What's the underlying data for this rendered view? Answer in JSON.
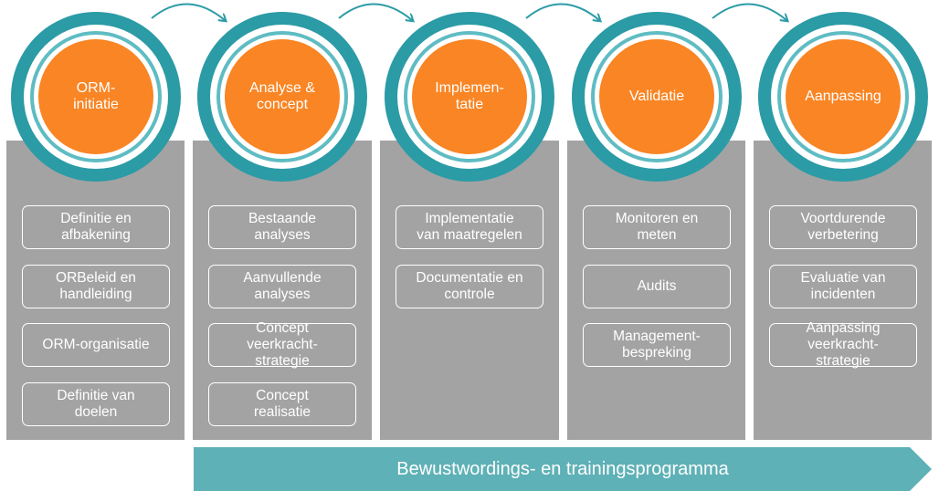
{
  "phases": [
    {
      "title": "ORM-\ninitiatie",
      "items": [
        "Definitie en\nafbakening",
        "ORBeleid en\nhandleiding",
        "ORM-organisatie",
        "Definitie van\ndoelen"
      ]
    },
    {
      "title": "Analyse &\nconcept",
      "items": [
        "Bestaande\nanalyses",
        "Aanvullende\nanalyses",
        "Concept\nveerkracht-\nstrategie",
        "Concept\nrealisatie"
      ]
    },
    {
      "title": "Implemen-\ntatie",
      "items": [
        "Implementatie\nvan maatregelen",
        "Documentatie en\ncontrole"
      ]
    },
    {
      "title": "Validatie",
      "items": [
        "Monitoren en\nmeten",
        "Audits",
        "Management-\nbespreking"
      ]
    },
    {
      "title": "Aanpassing",
      "items": [
        "Voortdurende\nverbetering",
        "Evaluatie van\nincidenten",
        "Aanpassing\nveerkracht-\nstrategie"
      ]
    }
  ],
  "banner": {
    "label": "Bewustwordings- en trainingsprogramma"
  },
  "colors": {
    "orange": "#f98524",
    "teal": "#2b9ba6",
    "teal_light": "#5fbcc3",
    "gray": "#a3a3a3",
    "banner": "#5eb1b6"
  }
}
